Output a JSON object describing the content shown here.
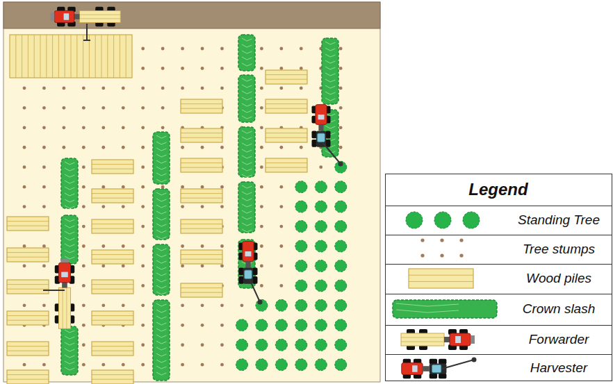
{
  "diagram": {
    "labels": [
      "Legend"
    ],
    "legend": [
      {
        "text": "Standing Tree"
      },
      {
        "text": "Tree stumps"
      },
      {
        "text": "Wood piles"
      },
      {
        "text": "Crown slash"
      },
      {
        "text": "Forwarder"
      },
      {
        "text": "Harvester"
      }
    ]
  }
}
